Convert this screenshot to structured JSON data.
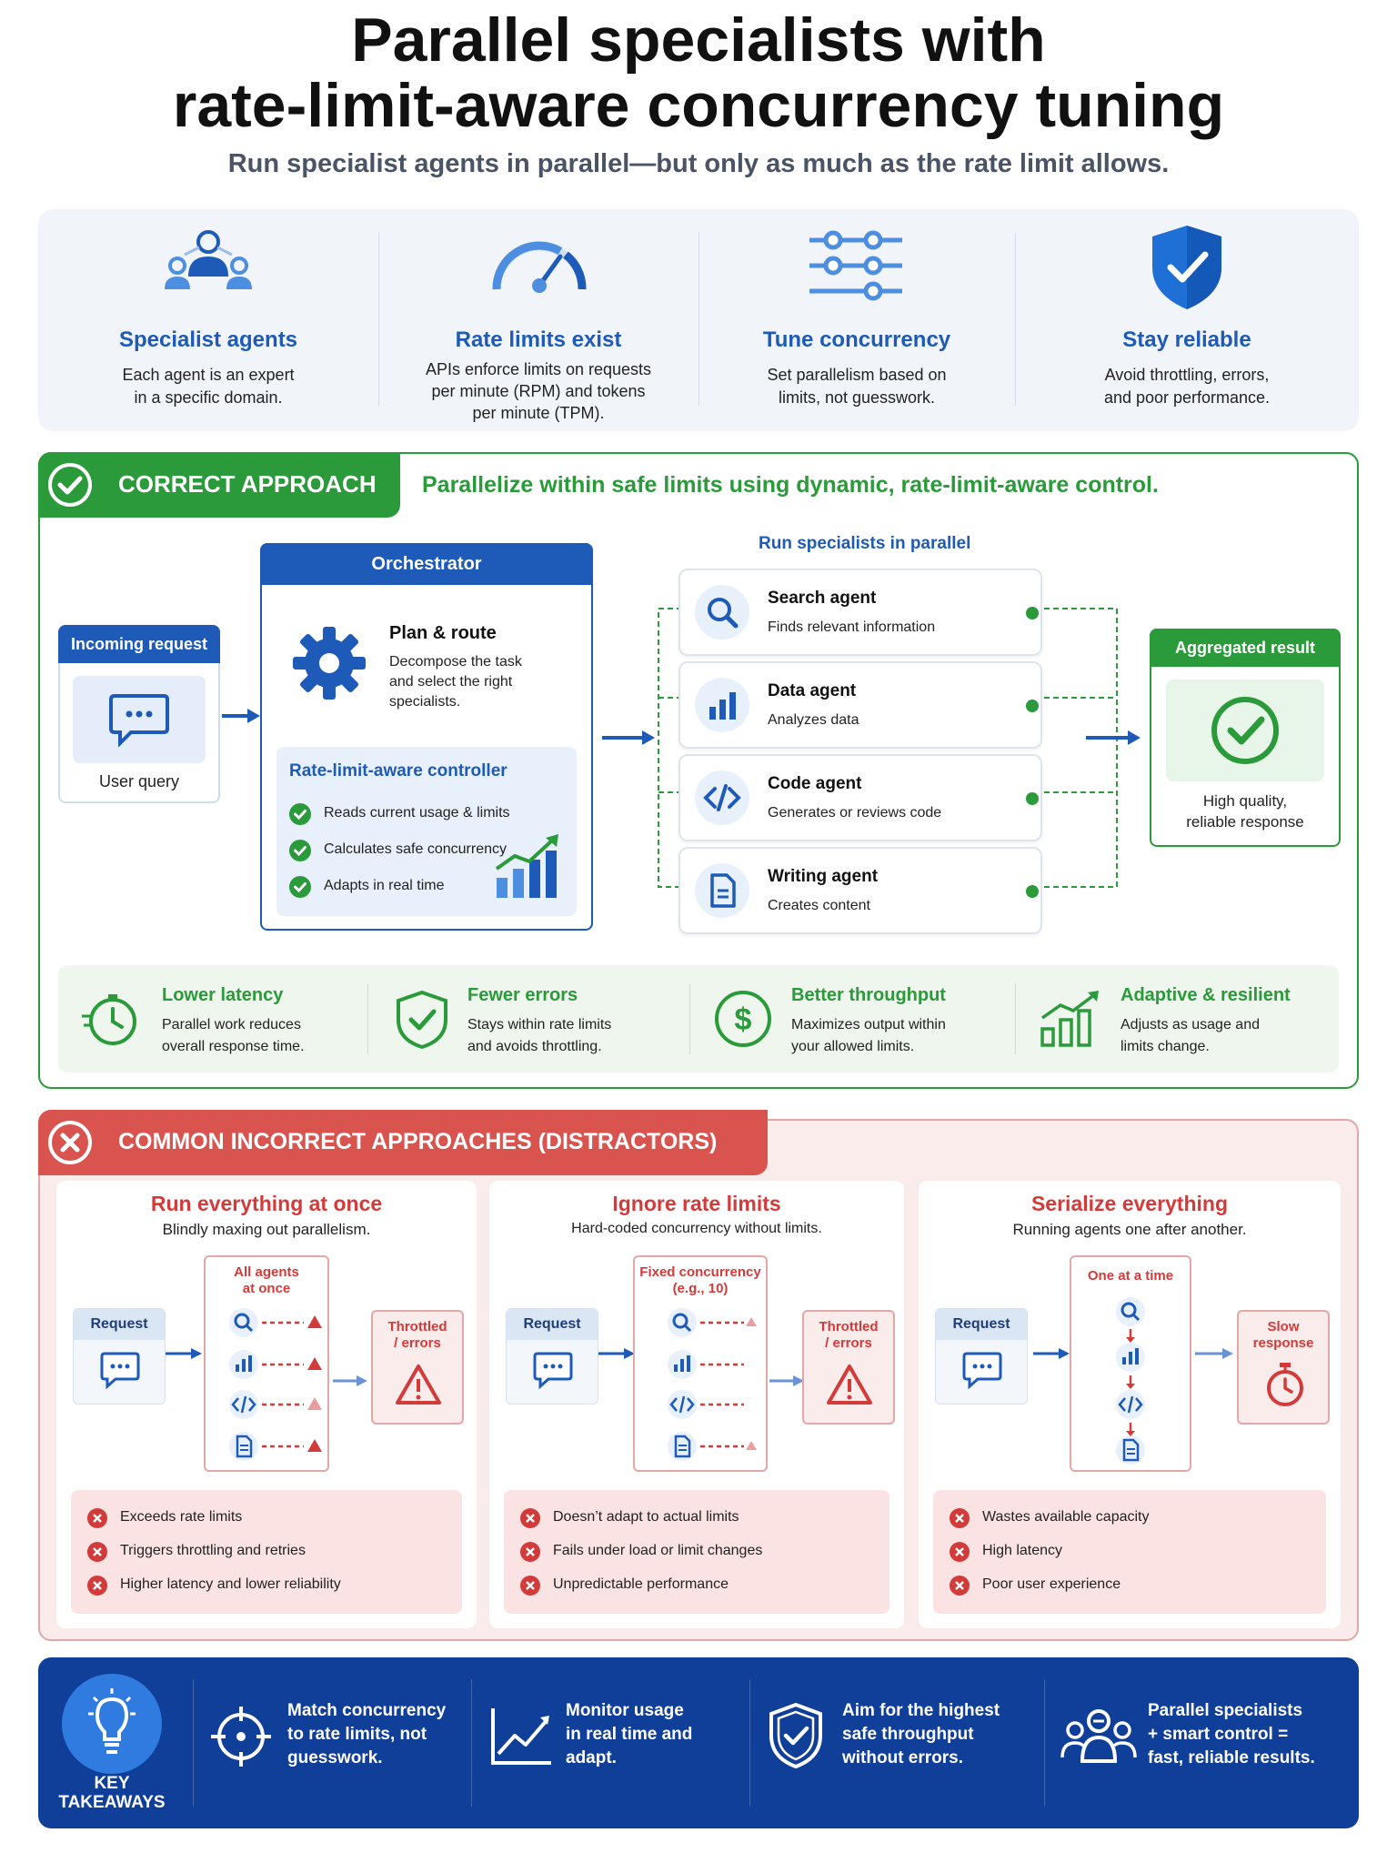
{
  "header": {
    "title_line1": "Parallel specialists with",
    "title_line2": "rate-limit-aware concurrency tuning",
    "subtitle": "Run specialist agents in parallel—but only as much as the rate limit allows."
  },
  "intro": [
    {
      "icon": "specialist-agents-icon",
      "title": "Specialist agents",
      "l1": "Each agent is an expert",
      "l2": "in a specific domain.",
      "l3": ""
    },
    {
      "icon": "speedometer-icon",
      "title": "Rate limits exist",
      "l1": "APIs enforce limits on requests",
      "l2": "per minute (RPM) and tokens",
      "l3": "per minute (TPM)."
    },
    {
      "icon": "sliders-icon",
      "title": "Tune concurrency",
      "l1": "Set parallelism based on",
      "l2": "limits, not guesswork.",
      "l3": ""
    },
    {
      "icon": "shield-check-icon",
      "title": "Stay reliable",
      "l1": "Avoid throttling, errors,",
      "l2": "and poor performance.",
      "l3": ""
    }
  ],
  "correct": {
    "badge": "CORRECT APPROACH",
    "tagline": "Parallelize within safe limits using dynamic, rate-limit-aware control.",
    "incoming": {
      "header": "Incoming request",
      "label": "User query"
    },
    "orchestrator": {
      "header": "Orchestrator",
      "plan_title": "Plan & route",
      "plan_l1": "Decompose the task",
      "plan_l2": "and select the right",
      "plan_l3": "specialists.",
      "controller_title": "Rate-limit-aware controller",
      "checks": [
        "Reads current usage & limits",
        "Calculates safe concurrency",
        "Adapts in real time"
      ]
    },
    "parallel_label": "Run specialists in parallel",
    "agents": [
      {
        "name": "Search agent",
        "desc": "Finds relevant information"
      },
      {
        "name": "Data agent",
        "desc": "Analyzes data"
      },
      {
        "name": "Code agent",
        "desc": "Generates or reviews code"
      },
      {
        "name": "Writing agent",
        "desc": "Creates content"
      }
    ],
    "result": {
      "header": "Aggregated result",
      "l1": "High quality,",
      "l2": "reliable response"
    },
    "benefits": [
      {
        "title": "Lower latency",
        "l1": "Parallel work reduces",
        "l2": "overall response time."
      },
      {
        "title": "Fewer errors",
        "l1": "Stays within rate limits",
        "l2": "and avoids throttling."
      },
      {
        "title": "Better throughput",
        "l1": "Maximizes output within",
        "l2": "your allowed limits."
      },
      {
        "title": "Adaptive & resilient",
        "l1": "Adjusts as usage and",
        "l2": "limits change."
      }
    ]
  },
  "incorrect": {
    "badge": "COMMON INCORRECT APPROACHES (DISTRACTORS)",
    "panels": [
      {
        "title": "Run everything at once",
        "subtitle": "Blindly maxing out parallelism.",
        "request": "Request",
        "middle_l1": "All agents",
        "middle_l2": "at once",
        "outcome_l1": "Throttled",
        "outcome_l2": "/ errors",
        "bullets": [
          "Exceeds rate limits",
          "Triggers throttling and retries",
          "Higher latency and lower reliability"
        ]
      },
      {
        "title": "Ignore rate limits",
        "subtitle": "Hard-coded concurrency without limits.",
        "request": "Request",
        "middle_l1": "Fixed concurrency",
        "middle_l2": "(e.g., 10)",
        "outcome_l1": "Throttled",
        "outcome_l2": "/ errors",
        "bullets": [
          "Doesn’t adapt to actual limits",
          "Fails under load or limit changes",
          "Unpredictable performance"
        ]
      },
      {
        "title": "Serialize everything",
        "subtitle": "Running agents one after another.",
        "request": "Request",
        "middle_l1": "One at a time",
        "middle_l2": "",
        "outcome_l1": "Slow",
        "outcome_l2": "response",
        "bullets": [
          "Wastes available capacity",
          "High latency",
          "Poor user experience"
        ]
      }
    ]
  },
  "takeaways": {
    "label_l1": "KEY",
    "label_l2": "TAKEAWAYS",
    "items": [
      {
        "l1": "Match concurrency",
        "l2": "to rate limits, not",
        "l3": "guesswork."
      },
      {
        "l1": "Monitor usage",
        "l2": "in real time and",
        "l3": "adapt."
      },
      {
        "l1": "Aim for the highest",
        "l2": "safe throughput",
        "l3": "without errors."
      },
      {
        "l1": "Parallel specialists",
        "l2": "+ smart control =",
        "l3": "fast, reliable results."
      }
    ]
  },
  "colors": {
    "blue": "#1e5bb8",
    "navy": "#0f3f99",
    "green": "#2a9a3a",
    "red": "#d33a3a",
    "light_bg": "#f1f4f9"
  }
}
